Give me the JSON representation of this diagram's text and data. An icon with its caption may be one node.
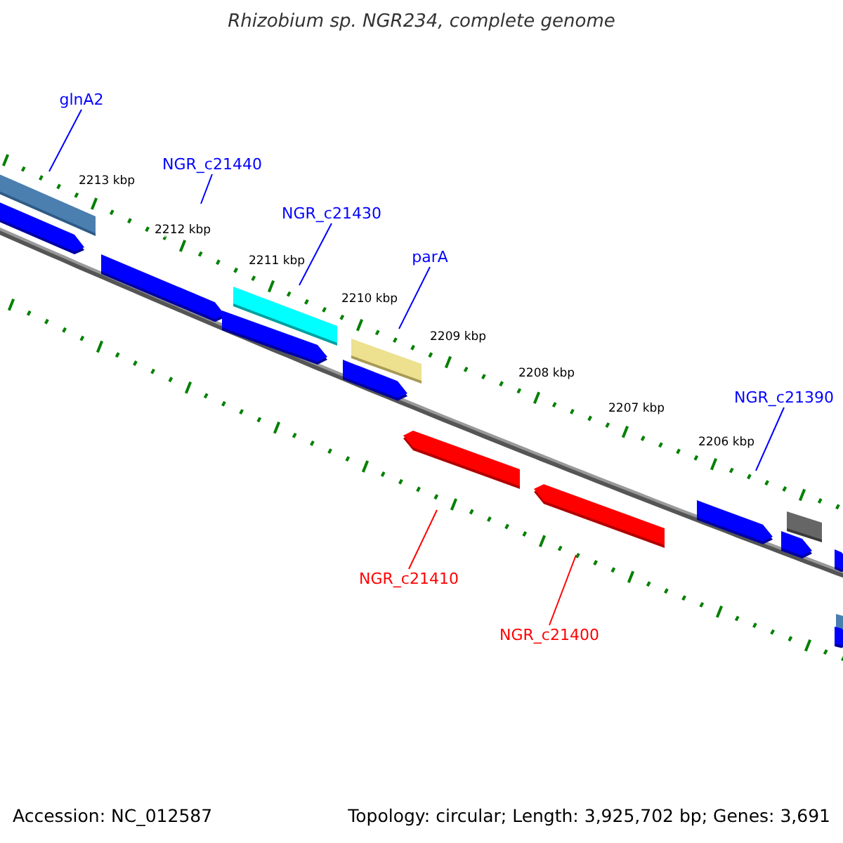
{
  "diagram": {
    "title": "Rhizobium sp. NGR234, complete genome",
    "nodes": [
      {
        "text": [
          "glnA2"
        ]
      },
      {
        "text": [
          "NGR_c21440"
        ]
      },
      {
        "text": [
          "NGR_c21430"
        ]
      },
      {
        "text": [
          "parA"
        ]
      },
      {
        "text": [
          "NGR_c21390"
        ]
      },
      {
        "text": [
          "NGR_c21410"
        ]
      },
      {
        "text": [
          "NGR_c21400"
        ]
      }
    ],
    "edges": [
      {
        "from": 0,
        "to": null,
        "arrow": "none"
      },
      {
        "from": 1,
        "to": null,
        "arrow": "none"
      },
      {
        "from": 2,
        "to": null,
        "arrow": "none"
      },
      {
        "from": 3,
        "to": null,
        "arrow": "none"
      },
      {
        "from": 4,
        "to": null,
        "arrow": "none"
      },
      {
        "from": 5,
        "to": null,
        "arrow": "none",
        "color": "#ff0000"
      },
      {
        "from": 6,
        "to": null,
        "arrow": "none",
        "color": "#ff0000"
      }
    ],
    "labels": [
      "2213 kbp",
      "2212 kbp",
      "2211 kbp",
      "2210 kbp",
      "2209 kbp",
      "2208 kbp",
      "2207 kbp",
      "2206 kbp",
      "Accession: NC_012587",
      "Topology: circular; Length: 3,925,702 bp; Genes: 3,691"
    ]
  }
}
